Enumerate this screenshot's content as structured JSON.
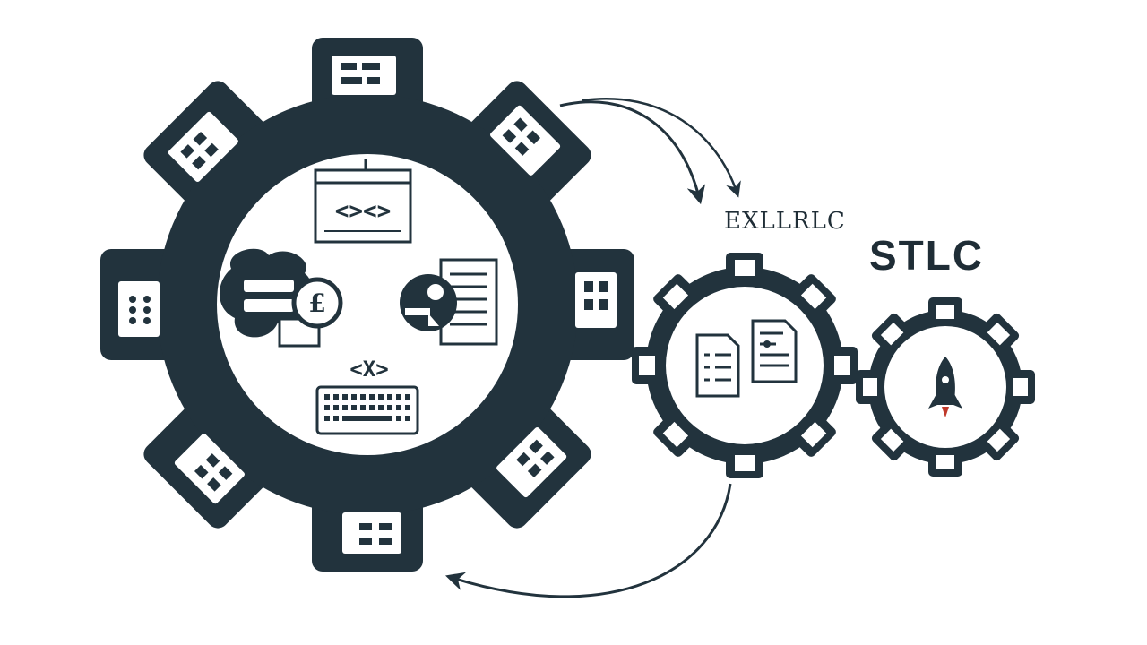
{
  "labels": {
    "arrow_label": "EXLLRLC",
    "title": "STLC"
  },
  "colors": {
    "gear": "#22333d",
    "background": "#ffffff",
    "icon_fill": "#ffffff",
    "accent": "#c0392b"
  },
  "icons": {
    "large_gear": [
      "code-window-icon",
      "settings-list-icon",
      "coin-icon",
      "profile-document-icon",
      "keyboard-icon"
    ],
    "medium_gear": [
      "checklist-document-icon",
      "report-document-icon"
    ],
    "small_gear": [
      "rocket-icon"
    ],
    "large_gear_angle_brackets": "<X>"
  }
}
